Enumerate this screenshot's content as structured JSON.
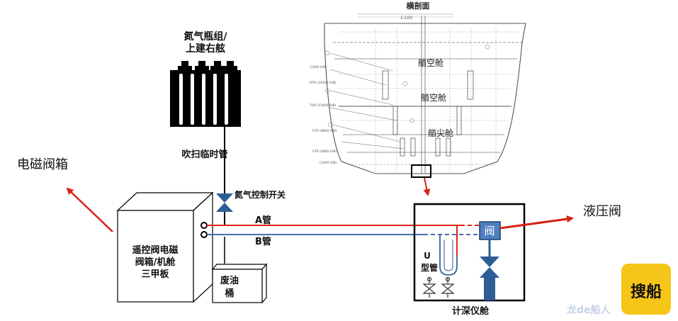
{
  "labels": {
    "cylinder_group": [
      "氮气瓶组/",
      "上建右舷"
    ],
    "purge_pipe": "吹扫临时管",
    "solenoid_box_arrow": "电磁阀箱",
    "nitrogen_switch": "氮气控制开关",
    "pipe_a": "A管",
    "pipe_b": "B管",
    "remote_box": [
      "遥控阀电磁",
      "阀箱/机舱",
      "三甲板"
    ],
    "waste_oil": [
      "废油",
      "桶"
    ],
    "hydraulic_valve": "液压阀",
    "valve_tag": "阀",
    "u_tube": [
      "U",
      "型管"
    ],
    "sounding_room": "计深仪舱",
    "section_title": "横剖面",
    "section_scale": "1:100",
    "compartments": [
      "艏空舱",
      "艏空舱",
      "艏尖舱"
    ],
    "section_side_labels": [
      "(1200 A/B)",
      "DTK (16400 A/B)",
      "TOP (11600 A/B)",
      "STR (8800 A/B)",
      "STR (4800 A/B)",
      "(2400 A/B)"
    ],
    "watermark_text": "龙de船人",
    "watermark_badge": "搜船"
  },
  "colors": {
    "red_line": "#e3211c",
    "blue_line": "#4a6fa8",
    "valve_fill": "#2e5d96",
    "valve_tag_fill": "#4f7fbf",
    "badge_bg": "#f5c518"
  }
}
